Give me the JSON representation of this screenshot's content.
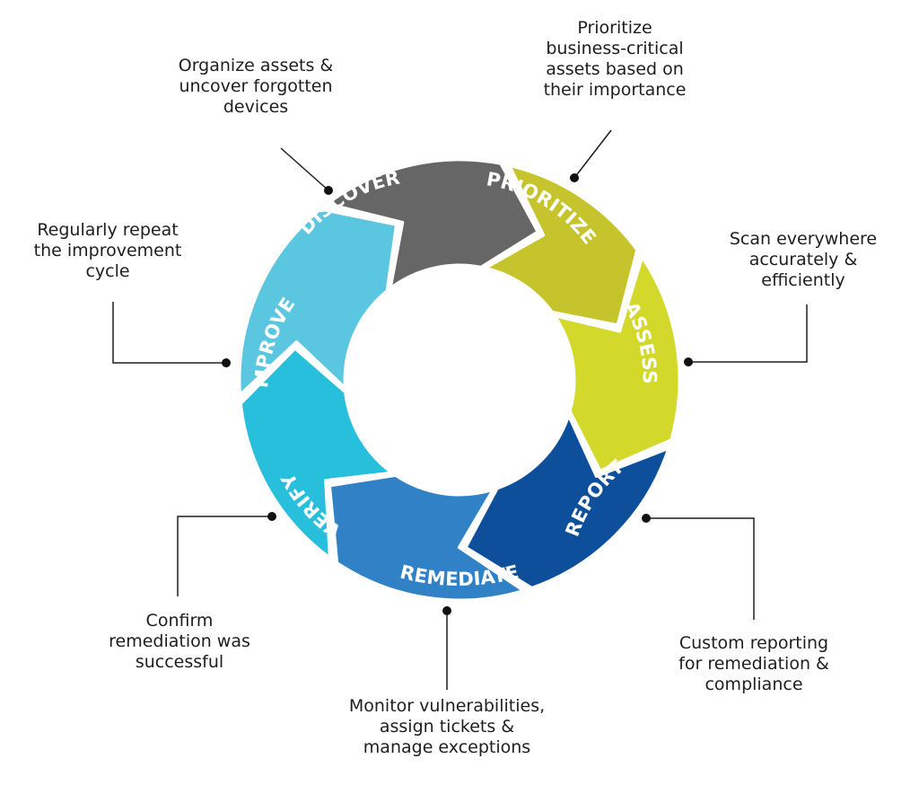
{
  "stages": [
    {
      "key": "discover",
      "label": "DISCOVER",
      "color": "#666666",
      "description": "Organize assets &\nuncover forgotten\ndevices"
    },
    {
      "key": "prioritize",
      "label": "PRIORITIZE",
      "color": "#c6c42c",
      "description": "Prioritize\nbusiness-critical\nassets based on\ntheir importance"
    },
    {
      "key": "assess",
      "label": "ASSESS",
      "color": "#d3d92a",
      "description": "Scan everywhere\naccurately &\nefficiently"
    },
    {
      "key": "report",
      "label": "REPORT",
      "color": "#0d4f9b",
      "description": "Custom reporting\nfor remediation &\ncompliance"
    },
    {
      "key": "remediate",
      "label": "REMEDIATE",
      "color": "#3181c6",
      "description": "Monitor vulnerabilities,\nassign tickets &\nmanage exceptions"
    },
    {
      "key": "verify",
      "label": "VERIFY",
      "color": "#28bfdd",
      "description": "Confirm\nremediation was\nsuccessful"
    },
    {
      "key": "improve",
      "label": "IMPROVE",
      "color": "#5bc6df",
      "description": "Regularly repeat\nthe improvement\ncycle"
    }
  ]
}
